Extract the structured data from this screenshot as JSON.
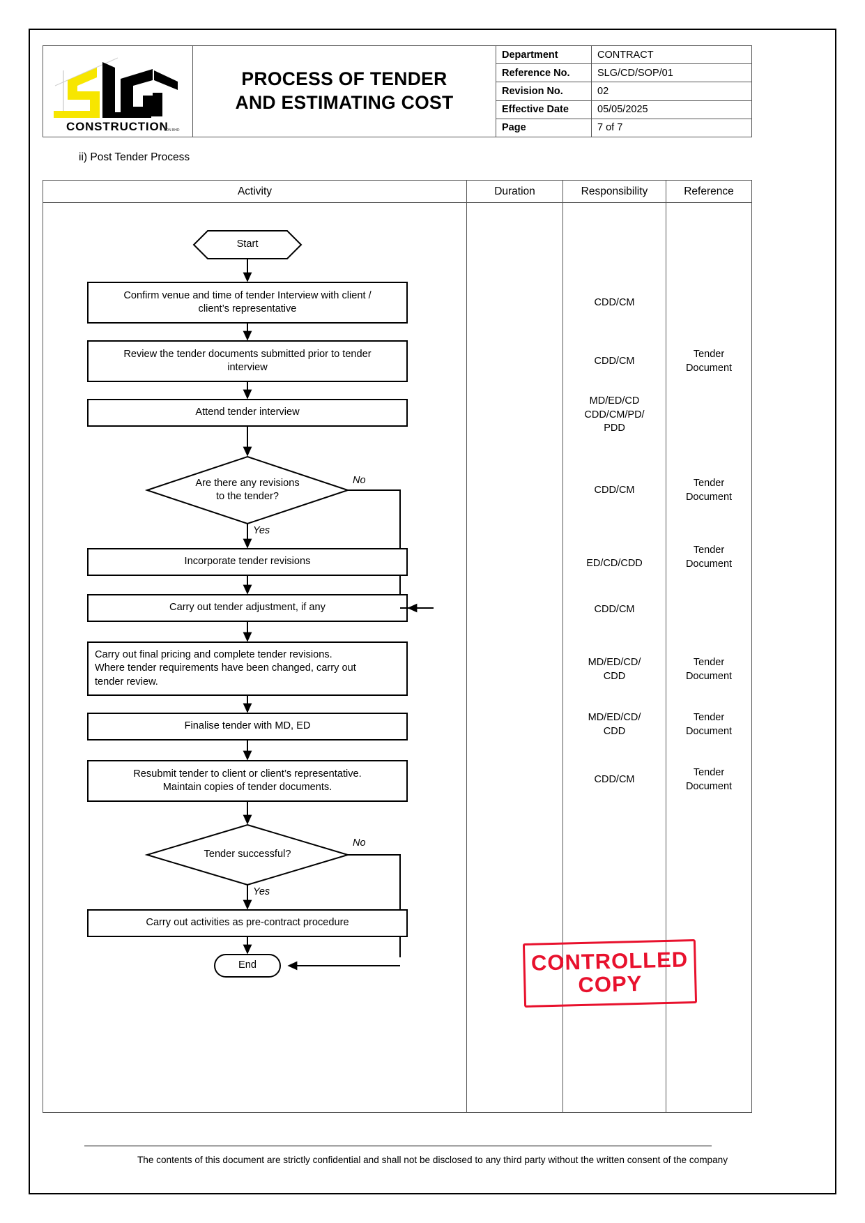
{
  "header": {
    "logo": {
      "brand": "SLG",
      "subtext": "CONSTRUCTION",
      "tiny_suffix": "SDN BHD",
      "colors": {
        "yellow": "#F7E600",
        "black": "#000000"
      }
    },
    "title": "PROCESS OF TENDER\nAND ESTIMATING COST",
    "title_line1": "PROCESS OF TENDER",
    "title_line2": "AND ESTIMATING COST",
    "meta": [
      {
        "label": "Department",
        "value": "CONTRACT"
      },
      {
        "label": "Reference No.",
        "value": "SLG/CD/SOP/01"
      },
      {
        "label": "Revision No.",
        "value": "02"
      },
      {
        "label": "Effective Date",
        "value": "05/05/2025"
      },
      {
        "label": "Page",
        "value": "7 of 7"
      }
    ]
  },
  "sub_heading": "ii) Post Tender Process",
  "table": {
    "columns": [
      "Activity",
      "Duration",
      "Responsibility",
      "Reference"
    ]
  },
  "flow": {
    "start_label": "Start",
    "end_label": "End",
    "nodes": [
      {
        "id": "n1",
        "text": "Confirm venue and time of tender Interview with client /\nclient’s representative"
      },
      {
        "id": "n2",
        "text": "Review the tender documents submitted prior to tender\ninterview"
      },
      {
        "id": "n3",
        "text": "Attend tender interview"
      },
      {
        "id": "d1",
        "text": "Are there any revisions\nto the tender?"
      },
      {
        "id": "n4",
        "text": "Incorporate tender revisions"
      },
      {
        "id": "n5",
        "text": "Carry out tender adjustment, if any"
      },
      {
        "id": "n6",
        "text": "Carry out final pricing and complete tender revisions.\nWhere tender requirements have been changed, carry out\ntender review."
      },
      {
        "id": "n7",
        "text": "Finalise tender with MD, ED"
      },
      {
        "id": "n8",
        "text": "Resubmit tender to client or client’s representative.\nMaintain copies of tender documents."
      },
      {
        "id": "d2",
        "text": "Tender successful?"
      },
      {
        "id": "n9",
        "text": "Carry out activities as pre-contract procedure"
      }
    ],
    "branch_labels": {
      "d1_no": "No",
      "d1_yes": "Yes",
      "d2_no": "No",
      "d2_yes": "Yes"
    }
  },
  "responsibility": [
    {
      "for": "n1",
      "text": "CDD/CM"
    },
    {
      "for": "n2",
      "text": "CDD/CM"
    },
    {
      "for": "n3",
      "text": "MD/ED/CD\nCDD/CM/PD/\nPDD"
    },
    {
      "for": "d1",
      "text": "CDD/CM"
    },
    {
      "for": "n4",
      "text": "ED/CD/CDD"
    },
    {
      "for": "n5",
      "text": "CDD/CM"
    },
    {
      "for": "n6",
      "text": "MD/ED/CD/\nCDD"
    },
    {
      "for": "n7",
      "text": "MD/ED/CD/\nCDD"
    },
    {
      "for": "n8",
      "text": "CDD/CM"
    }
  ],
  "reference": [
    {
      "for": "n2",
      "text": "Tender\nDocument"
    },
    {
      "for": "d1",
      "text": "Tender\nDocument"
    },
    {
      "for": "n4",
      "text": "Tender\nDocument"
    },
    {
      "for": "n6",
      "text": "Tender\nDocument"
    },
    {
      "for": "n7",
      "text": "Tender\nDocument"
    },
    {
      "for": "n8",
      "text": "Tender\nDocument"
    }
  ],
  "duration": [],
  "stamp": {
    "line1": "CONTROLLED",
    "line2": "COPY",
    "color": "#e8112d"
  },
  "footer": {
    "text": "The contents of this document are strictly confidential and shall not be disclosed to any third party without the written consent of the company"
  }
}
